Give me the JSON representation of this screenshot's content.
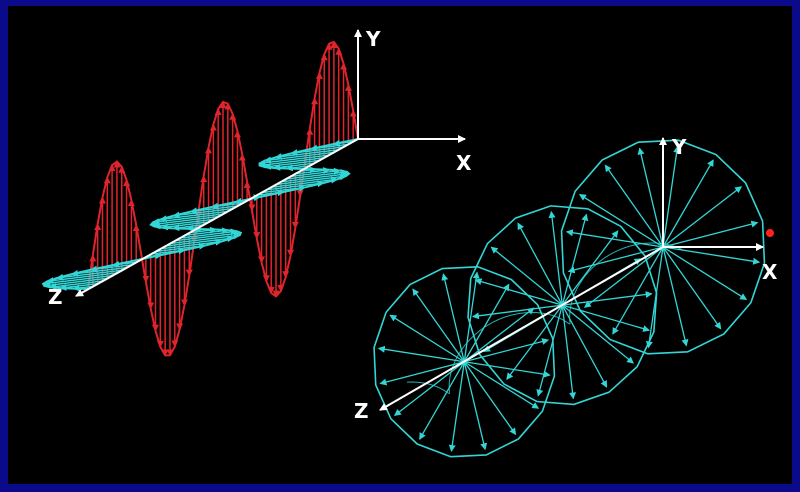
{
  "colors": {
    "background": "#000000",
    "frame": "#0a0a8a",
    "electric_field": "#e0242c",
    "magnetic_field": "#33d6d6",
    "axis": "#ffffff",
    "tip_dot": "#ff2020"
  },
  "linear_wave": {
    "labels": {
      "y": "Y",
      "x": "X",
      "z": "Z"
    }
  },
  "circular_wave": {
    "labels": {
      "y": "Y",
      "x": "X",
      "z": "Z"
    }
  }
}
